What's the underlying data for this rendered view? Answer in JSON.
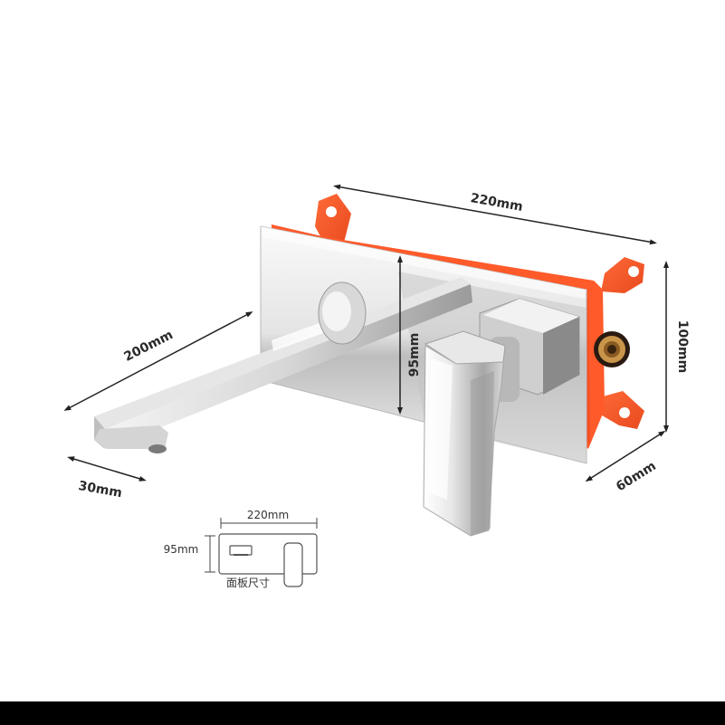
{
  "dimensions": {
    "box_width": "220mm",
    "box_height": "100mm",
    "box_depth": "60mm",
    "panel_height": "95mm",
    "spout_length": "200mm",
    "spout_width": "30mm"
  },
  "panel_inset": {
    "width": "220mm",
    "height": "95mm",
    "caption": "面板尺寸"
  },
  "colors": {
    "box_orange": "#ff5a2a",
    "box_orange_dark": "#d9401a",
    "chrome_light": "#f2f2f2",
    "chrome_mid": "#c8c8c8",
    "chrome_dark": "#6e6e6e",
    "brass": "#c9954a",
    "bottom_bar": "#000000"
  }
}
